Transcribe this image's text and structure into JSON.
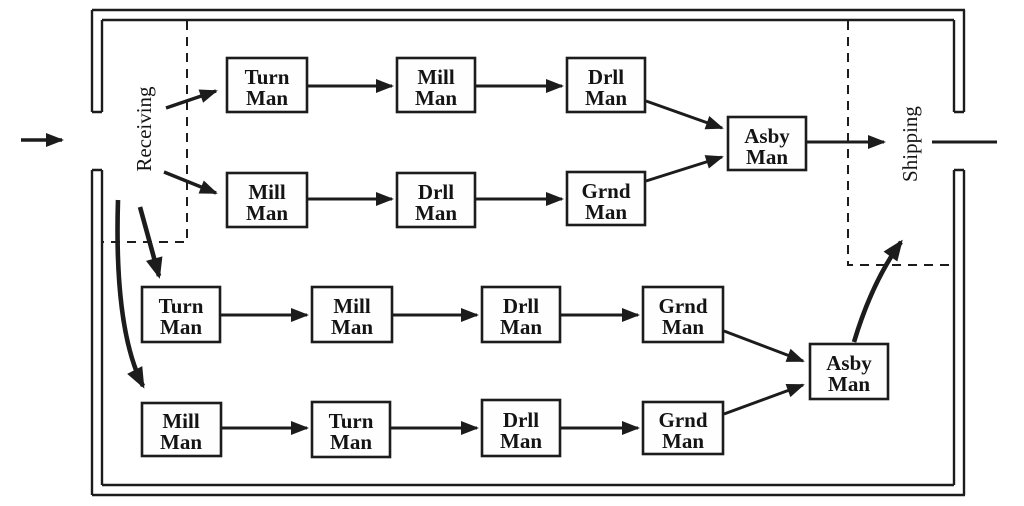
{
  "diagram": {
    "receiving_label": "Receiving",
    "shipping_label": "Shipping",
    "stations": [
      {
        "line1": "Turn",
        "line2": "Man"
      },
      {
        "line1": "Mill",
        "line2": "Man"
      },
      {
        "line1": "Drll",
        "line2": "Man"
      },
      {
        "line1": "Mill",
        "line2": "Man"
      },
      {
        "line1": "Drll",
        "line2": "Man"
      },
      {
        "line1": "Grnd",
        "line2": "Man"
      },
      {
        "line1": "Asby",
        "line2": "Man"
      },
      {
        "line1": "Turn",
        "line2": "Man"
      },
      {
        "line1": "Mill",
        "line2": "Man"
      },
      {
        "line1": "Drll",
        "line2": "Man"
      },
      {
        "line1": "Grnd",
        "line2": "Man"
      },
      {
        "line1": "Mill",
        "line2": "Man"
      },
      {
        "line1": "Turn",
        "line2": "Man"
      },
      {
        "line1": "Drll",
        "line2": "Man"
      },
      {
        "line1": "Grnd",
        "line2": "Man"
      },
      {
        "line1": "Asby",
        "line2": "Man"
      }
    ],
    "colors": {
      "line": "#1c1c1c",
      "background": "#ffffff"
    }
  }
}
